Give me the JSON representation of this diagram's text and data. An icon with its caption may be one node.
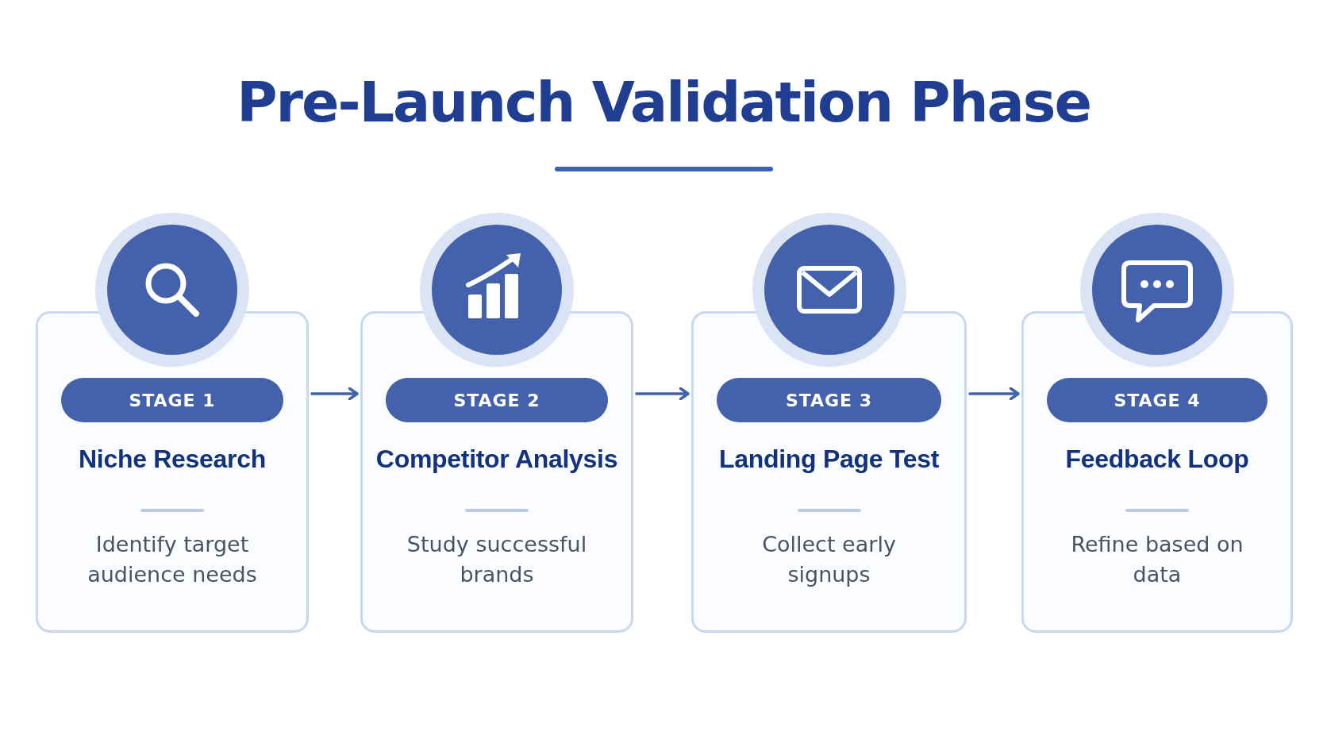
{
  "diagram": {
    "title": "Pre-Launch Validation Phase",
    "nodes": [
      {
        "text": [
          "Niche Research",
          "Identify target audience needs"
        ]
      },
      {
        "text": [
          "STAGE 1"
        ],
        "in": 0
      },
      {
        "text": [
          "Competitor Analysis",
          "Study successful brands"
        ]
      },
      {
        "text": [
          "STAGE 2"
        ],
        "in": 2
      },
      {
        "text": [
          "Landing Page Test",
          "Collect early signups"
        ]
      },
      {
        "text": [
          "STAGE 3"
        ],
        "in": 4
      },
      {
        "text": [
          "Feedback Loop",
          "Refine based on data"
        ]
      },
      {
        "text": [
          "STAGE 4"
        ],
        "in": 6
      }
    ],
    "edges": [
      {
        "from": 0,
        "to": 2,
        "arrow": "to"
      },
      {
        "from": 2,
        "to": 4,
        "arrow": "to"
      },
      {
        "from": 4,
        "to": 6,
        "arrow": "to"
      }
    ]
  }
}
